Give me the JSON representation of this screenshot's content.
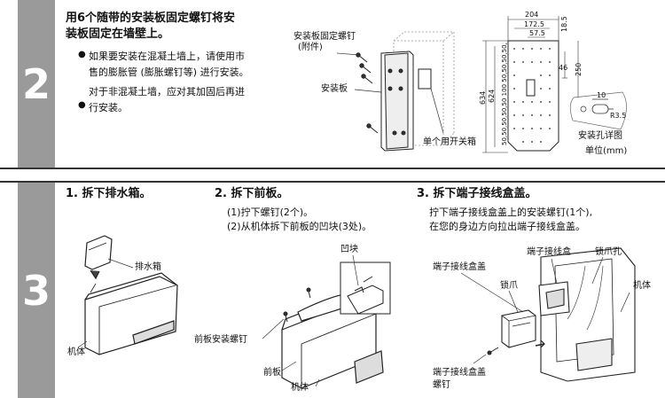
{
  "step2": {
    "number": "2",
    "title_lines": [
      "用6个随带的安装板固定螺钉将安",
      "装板固定在墙壁上。"
    ],
    "bullet1_lines": [
      "如果要安装在混凝土墙上，请使用市",
      "售的膨胀管 (膨胀螺钉等) 进行安装。"
    ],
    "bullet2_lines": [
      "对于非混凝土墙，应对其加固后再进",
      "行安装。"
    ],
    "labels": {
      "screw_line1": "安装板固定螺钉",
      "screw_line2": "(附件)",
      "plate": "安装板",
      "switch_box": "单个用开关箱",
      "hole_detail": "安装孔详图",
      "unit": "单位(mm)"
    },
    "dims": {
      "w204": "204",
      "w172": "172.5",
      "w57": "57.5",
      "h18": "18.5",
      "h46": "46",
      "h250": "250",
      "h634": "634",
      "h624": "624",
      "vseq": "50,50,50,50,50 100 50,50,50,50,",
      "d10": "10",
      "r35": "R3.5"
    }
  },
  "step3": {
    "number": "3",
    "sub1": {
      "title": "1. 拆下排水箱。",
      "drain_box": "排水箱",
      "body": "机体"
    },
    "sub2": {
      "title": "2. 拆下前板。",
      "line1": "(1)拧下螺钉(2个)。",
      "line2": "(2)从机体拆下前板的凹块(3处)。",
      "recess": "凹块",
      "front_screw": "前板安装螺钉",
      "front_panel": "前板",
      "body": "机体"
    },
    "sub3": {
      "title": "3. 拆下端子接线盒盖。",
      "line1": "拧下端子接线盒盖上的安装螺钉(1个),",
      "line2": "在您的身边方向拉出端子接线盒盖。",
      "cover_top": "端子接线盒盖",
      "terminal_box": "端子接线盒",
      "claw_hole": "锁爪孔",
      "claw": "锁爪",
      "body": "机体",
      "cover_screw_line1": "端子接线盒盖",
      "cover_screw_line2": "螺钉"
    }
  }
}
